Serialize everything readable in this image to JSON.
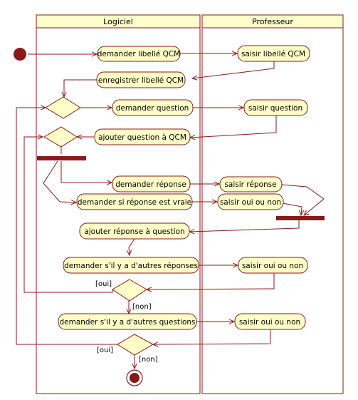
{
  "lanes": {
    "logiciel": "Logiciel",
    "professeur": "Professeur"
  },
  "activities": {
    "a1": "demander libellé QCM",
    "a2": "saisir libellé QCM",
    "a3": "enregistrer libellé QCM",
    "a4": "demander question",
    "a5": "saisir question",
    "a6": "ajouter question à QCM",
    "a7": "demander réponse",
    "a8": "saisir réponse",
    "a9": "demander si réponse est vraie",
    "a10": "saisir oui ou non",
    "a11": "ajouter réponse à question",
    "a12": "demander s'il y a d'autres réponses",
    "a13": "saisir oui ou non",
    "a14": "demander s'il y a d'autres questions",
    "a15": "saisir oui ou non"
  },
  "guards": {
    "oui1": "[oui]",
    "non1": "[non]",
    "oui2": "[oui]",
    "non2": "[non]"
  }
}
